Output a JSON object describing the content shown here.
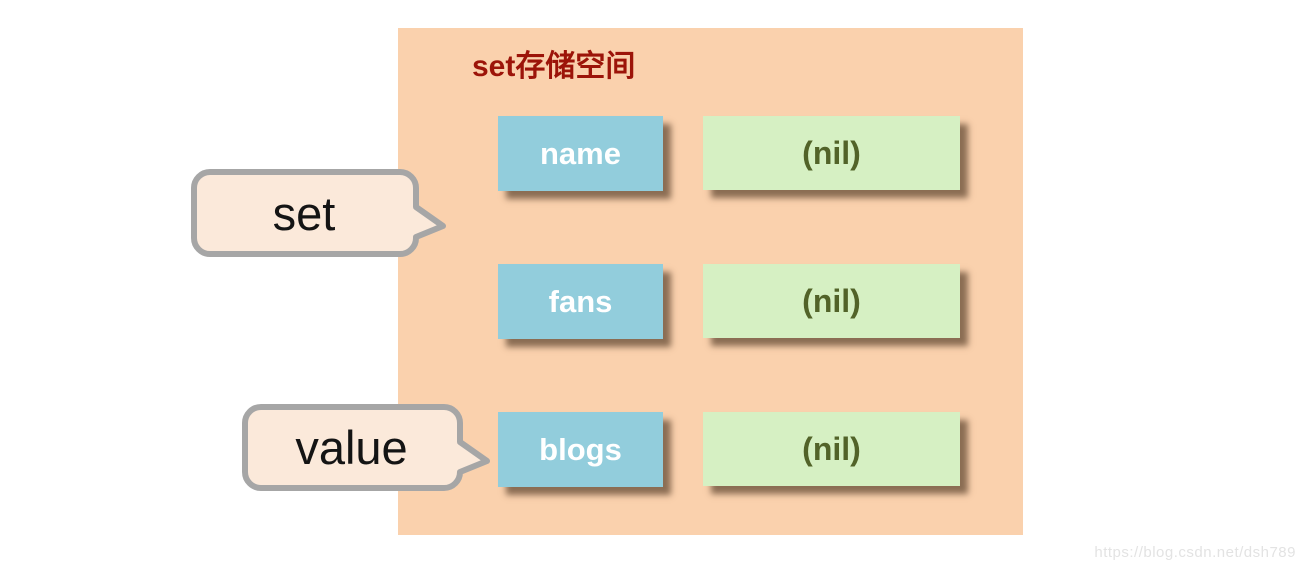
{
  "panel": {
    "title": {
      "prefix": "set",
      "suffix": "存储空间"
    },
    "rows": [
      {
        "key": "name",
        "value": "(nil)"
      },
      {
        "key": "fans",
        "value": "(nil)"
      },
      {
        "key": "blogs",
        "value": "(nil)"
      }
    ]
  },
  "callouts": [
    {
      "label": "set"
    },
    {
      "label": "value"
    }
  ],
  "watermark": "https://blog.csdn.net/dsh789",
  "colors": {
    "panel_bg": "#FAD1AD",
    "key_box_bg": "#92CDDC",
    "key_text": "#FFFFFF",
    "value_box_bg": "#D6F0C3",
    "value_text": "#526329",
    "title_text": "#9C1409",
    "callout_fill": "#FBE9DA",
    "callout_border": "#A6A6A6",
    "callout_text": "#141414",
    "shadow": "rgba(80,55,35,0.65)",
    "watermark_text": "#E3E3E3"
  }
}
